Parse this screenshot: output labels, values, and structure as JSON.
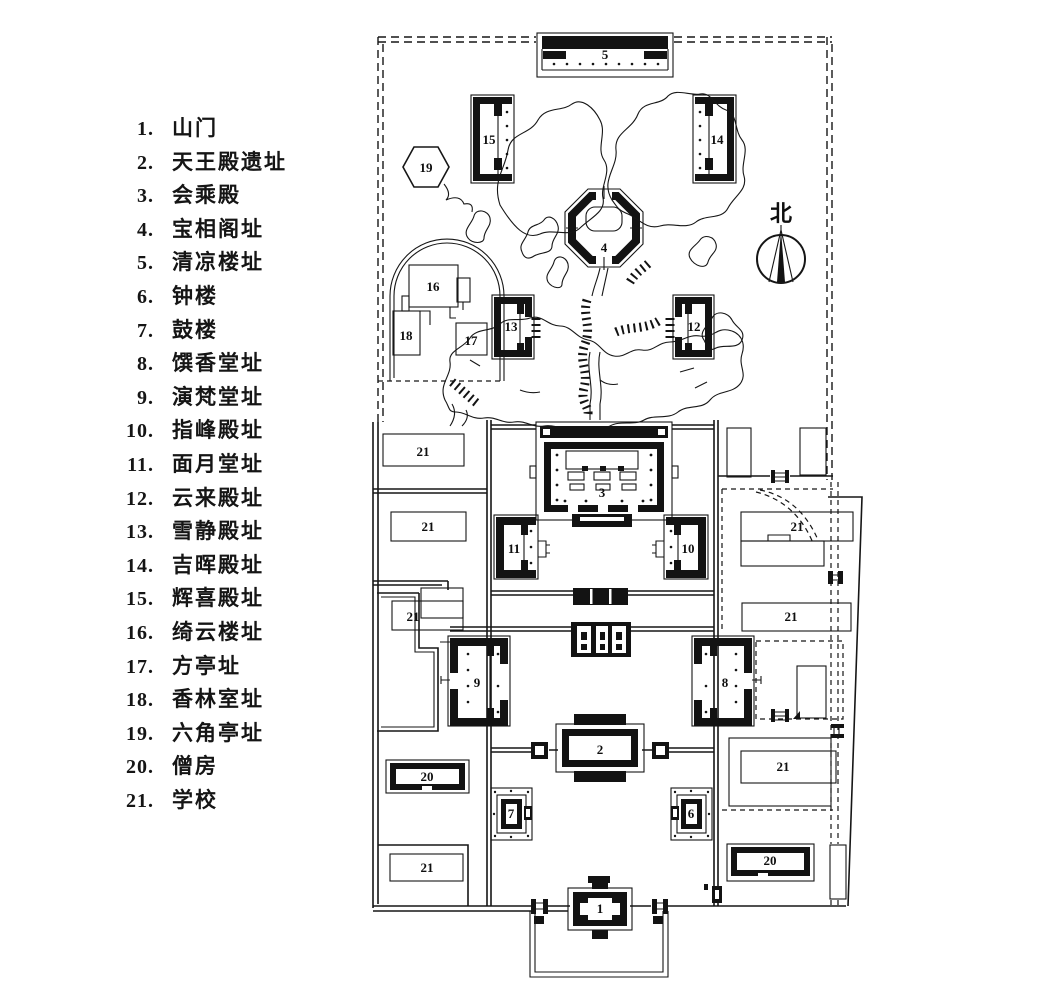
{
  "figure": {
    "kind": "temple-site-plan",
    "colors": {
      "ink": "#161616",
      "paper": "#ffffff"
    }
  },
  "legend": {
    "items": [
      {
        "num": "1.",
        "label": "山门"
      },
      {
        "num": "2.",
        "label": "天王殿遗址"
      },
      {
        "num": "3.",
        "label": "会乘殿"
      },
      {
        "num": "4.",
        "label": "宝相阁址"
      },
      {
        "num": "5.",
        "label": "清凉楼址"
      },
      {
        "num": "6.",
        "label": "钟楼"
      },
      {
        "num": "7.",
        "label": "鼓楼"
      },
      {
        "num": "8.",
        "label": "馔香堂址"
      },
      {
        "num": "9.",
        "label": "演梵堂址"
      },
      {
        "num": "10.",
        "label": "指峰殿址"
      },
      {
        "num": "11.",
        "label": "面月堂址"
      },
      {
        "num": "12.",
        "label": "云来殿址"
      },
      {
        "num": "13.",
        "label": "雪静殿址"
      },
      {
        "num": "14.",
        "label": "吉晖殿址"
      },
      {
        "num": "15.",
        "label": "辉喜殿址"
      },
      {
        "num": "16.",
        "label": "绮云楼址"
      },
      {
        "num": "17.",
        "label": "方亭址"
      },
      {
        "num": "18.",
        "label": "香林室址"
      },
      {
        "num": "19.",
        "label": "六角亭址"
      },
      {
        "num": "20.",
        "label": "僧房"
      },
      {
        "num": "21.",
        "label": "学校"
      }
    ]
  },
  "map": {
    "north_label": "北",
    "markers": [
      {
        "text": "5"
      },
      {
        "text": "15"
      },
      {
        "text": "14"
      },
      {
        "text": "19"
      },
      {
        "text": "4"
      },
      {
        "text": "16"
      },
      {
        "text": "18"
      },
      {
        "text": "17"
      },
      {
        "text": "13"
      },
      {
        "text": "12"
      },
      {
        "text": "21"
      },
      {
        "text": "21"
      },
      {
        "text": "3"
      },
      {
        "text": "11"
      },
      {
        "text": "10"
      },
      {
        "text": "21"
      },
      {
        "text": "21"
      },
      {
        "text": "21"
      },
      {
        "text": "9"
      },
      {
        "text": "8"
      },
      {
        "text": "2"
      },
      {
        "text": "20"
      },
      {
        "text": "21"
      },
      {
        "text": "7"
      },
      {
        "text": "6"
      },
      {
        "text": "20"
      },
      {
        "text": "21"
      },
      {
        "text": "1"
      }
    ]
  }
}
